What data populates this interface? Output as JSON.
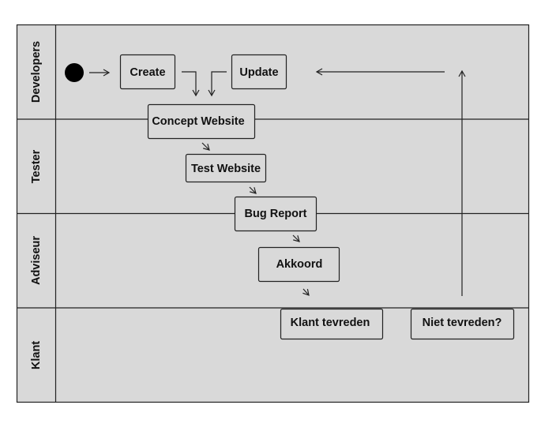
{
  "colors": {
    "background": "#d9d9d9",
    "line": "#222222",
    "text": "#111111",
    "start_node": "#000000"
  },
  "lanes": [
    {
      "label": "Developers"
    },
    {
      "label": "Tester"
    },
    {
      "label": "Adviseur"
    },
    {
      "label": "Klant"
    }
  ],
  "nodes": {
    "create": "Create",
    "update": "Update",
    "concept_website": "Concept Website",
    "test_website": "Test Website",
    "bug_report": "Bug Report",
    "akkoord": "Akkoord",
    "klant_tevreden": "Klant tevreden",
    "niet_tevreden": "Niet tevreden?"
  }
}
